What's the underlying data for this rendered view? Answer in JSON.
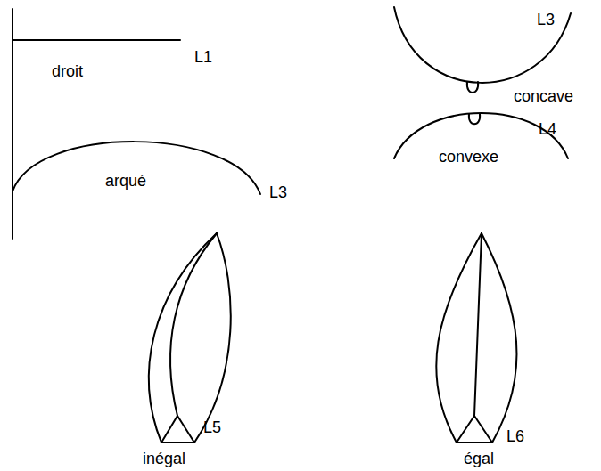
{
  "diagram": {
    "labels": [
      "L3",
      "droit",
      "L1",
      "concave",
      "L4",
      "convexe",
      "arqué",
      "L3",
      "L5",
      "L6",
      "inégal",
      "égal"
    ]
  }
}
